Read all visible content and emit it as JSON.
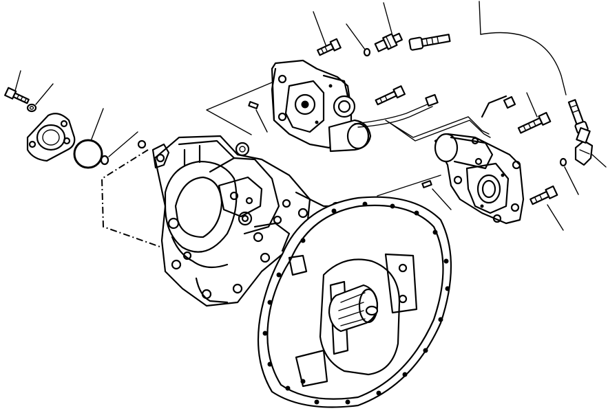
{
  "diagram": {
    "kind": "exploded-parts-drawing",
    "subject": "hydraulic-pump-assembly",
    "line_color": "#000000",
    "background": "#ffffff",
    "parts": [
      {
        "id": "main-pump-body"
      },
      {
        "id": "mounting-flange"
      },
      {
        "id": "drive-shaft"
      },
      {
        "id": "upper-control-valve"
      },
      {
        "id": "lower-control-valve"
      },
      {
        "id": "cover-plate"
      },
      {
        "id": "o-ring-large"
      },
      {
        "id": "o-ring-small"
      },
      {
        "id": "bolt-left"
      },
      {
        "id": "washer-left"
      },
      {
        "id": "bolt-upper"
      },
      {
        "id": "o-ring-upper"
      },
      {
        "id": "sensor-fitting"
      },
      {
        "id": "hose-end-fitting"
      },
      {
        "id": "pilot-tube"
      },
      {
        "id": "bolt-right-upper"
      },
      {
        "id": "bolt-right-lower"
      },
      {
        "id": "elbow-fitting"
      },
      {
        "id": "o-ring-right"
      },
      {
        "id": "dowel-pin-upper"
      },
      {
        "id": "dowel-pin-lower"
      }
    ]
  }
}
